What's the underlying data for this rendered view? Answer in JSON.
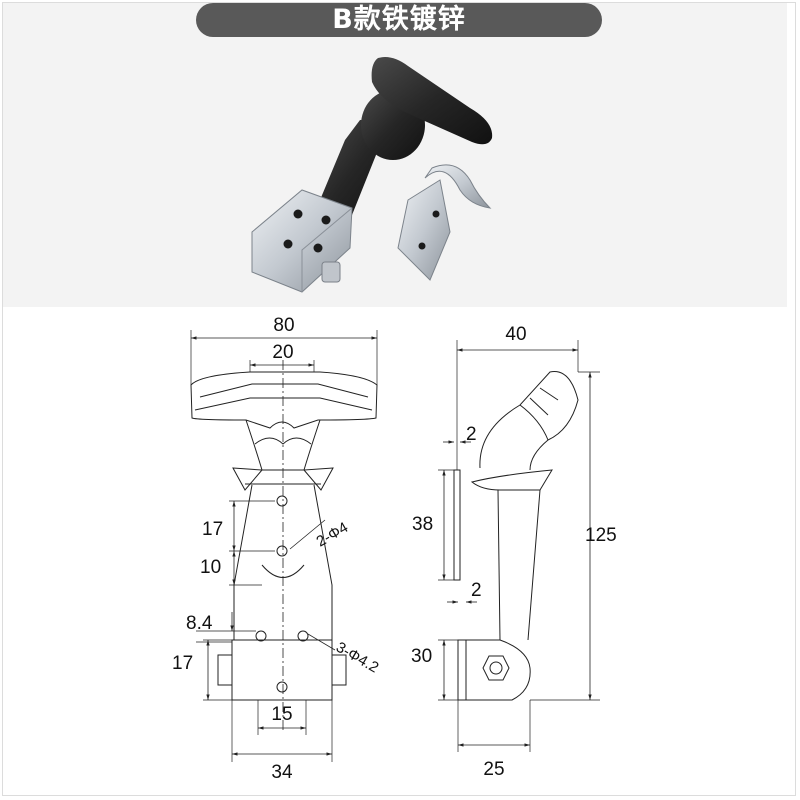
{
  "title": "B款铁镀锌",
  "colors": {
    "title_bg": "#595959",
    "title_text": "#ffffff",
    "photo_bg": "#f3f3f3",
    "rubber": "#2a2a2a",
    "zinc_steel": "#c7ccd2",
    "line": "#222222"
  },
  "front_view": {
    "width_total": "80",
    "width_slot": "20",
    "hole_spacing": "17",
    "hole_offset": "10",
    "upper_holes": "2-Φ4",
    "offset_small": "8.4",
    "bracket_height": "17",
    "lower_holes": "3-Φ4.2",
    "hole_width": "15",
    "base_width": "34"
  },
  "side_view": {
    "depth_total": "40",
    "thickness_top": "2",
    "plate_height": "38",
    "overall_height": "125",
    "thickness_bottom": "2",
    "bottom_height": "30",
    "base_depth": "25"
  }
}
